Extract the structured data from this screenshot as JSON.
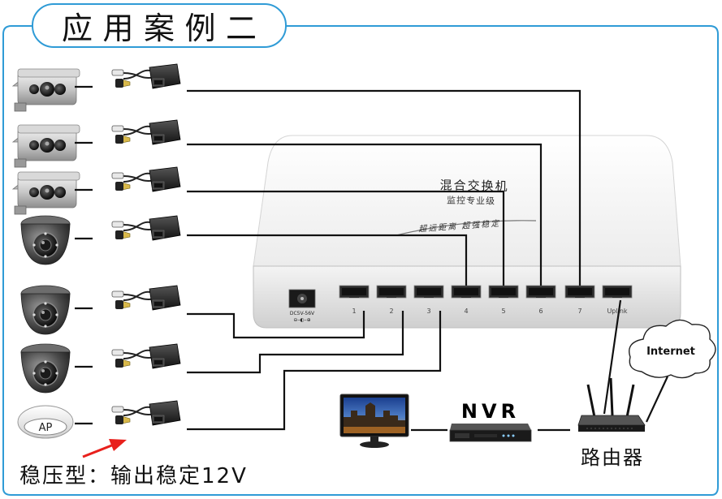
{
  "title": "应用案例二",
  "caption": "稳压型：输出稳定12V",
  "switch": {
    "name": "混合交换机",
    "subtitle": "监控专业级",
    "slogan": "超远距离 超强稳定",
    "dc_label": "DC5V-56V",
    "ports": [
      "1",
      "2",
      "3",
      "4",
      "5",
      "6",
      "7",
      "Uplink"
    ]
  },
  "ap_label": "AP",
  "nvr_label": "NVR",
  "router_label": "路由器",
  "internet_label": "Internet",
  "colors": {
    "frame": "#2f9bd6",
    "arrow": "#e8201c",
    "wire": "#111111",
    "cable": "#2a2a2a"
  },
  "devices": [
    {
      "type": "bullet-camera",
      "icon": "bullet-camera-icon",
      "port": "7"
    },
    {
      "type": "bullet-camera",
      "icon": "bullet-camera-icon",
      "port": "6"
    },
    {
      "type": "bullet-camera",
      "icon": "bullet-camera-icon",
      "port": "5"
    },
    {
      "type": "dome-camera",
      "icon": "dome-camera-icon",
      "port": "4"
    },
    {
      "type": "dome-camera",
      "icon": "dome-camera-icon",
      "port": "1"
    },
    {
      "type": "dome-camera",
      "icon": "dome-camera-icon",
      "port": "2"
    },
    {
      "type": "access-point",
      "icon": "access-point-icon",
      "port": "3"
    }
  ]
}
